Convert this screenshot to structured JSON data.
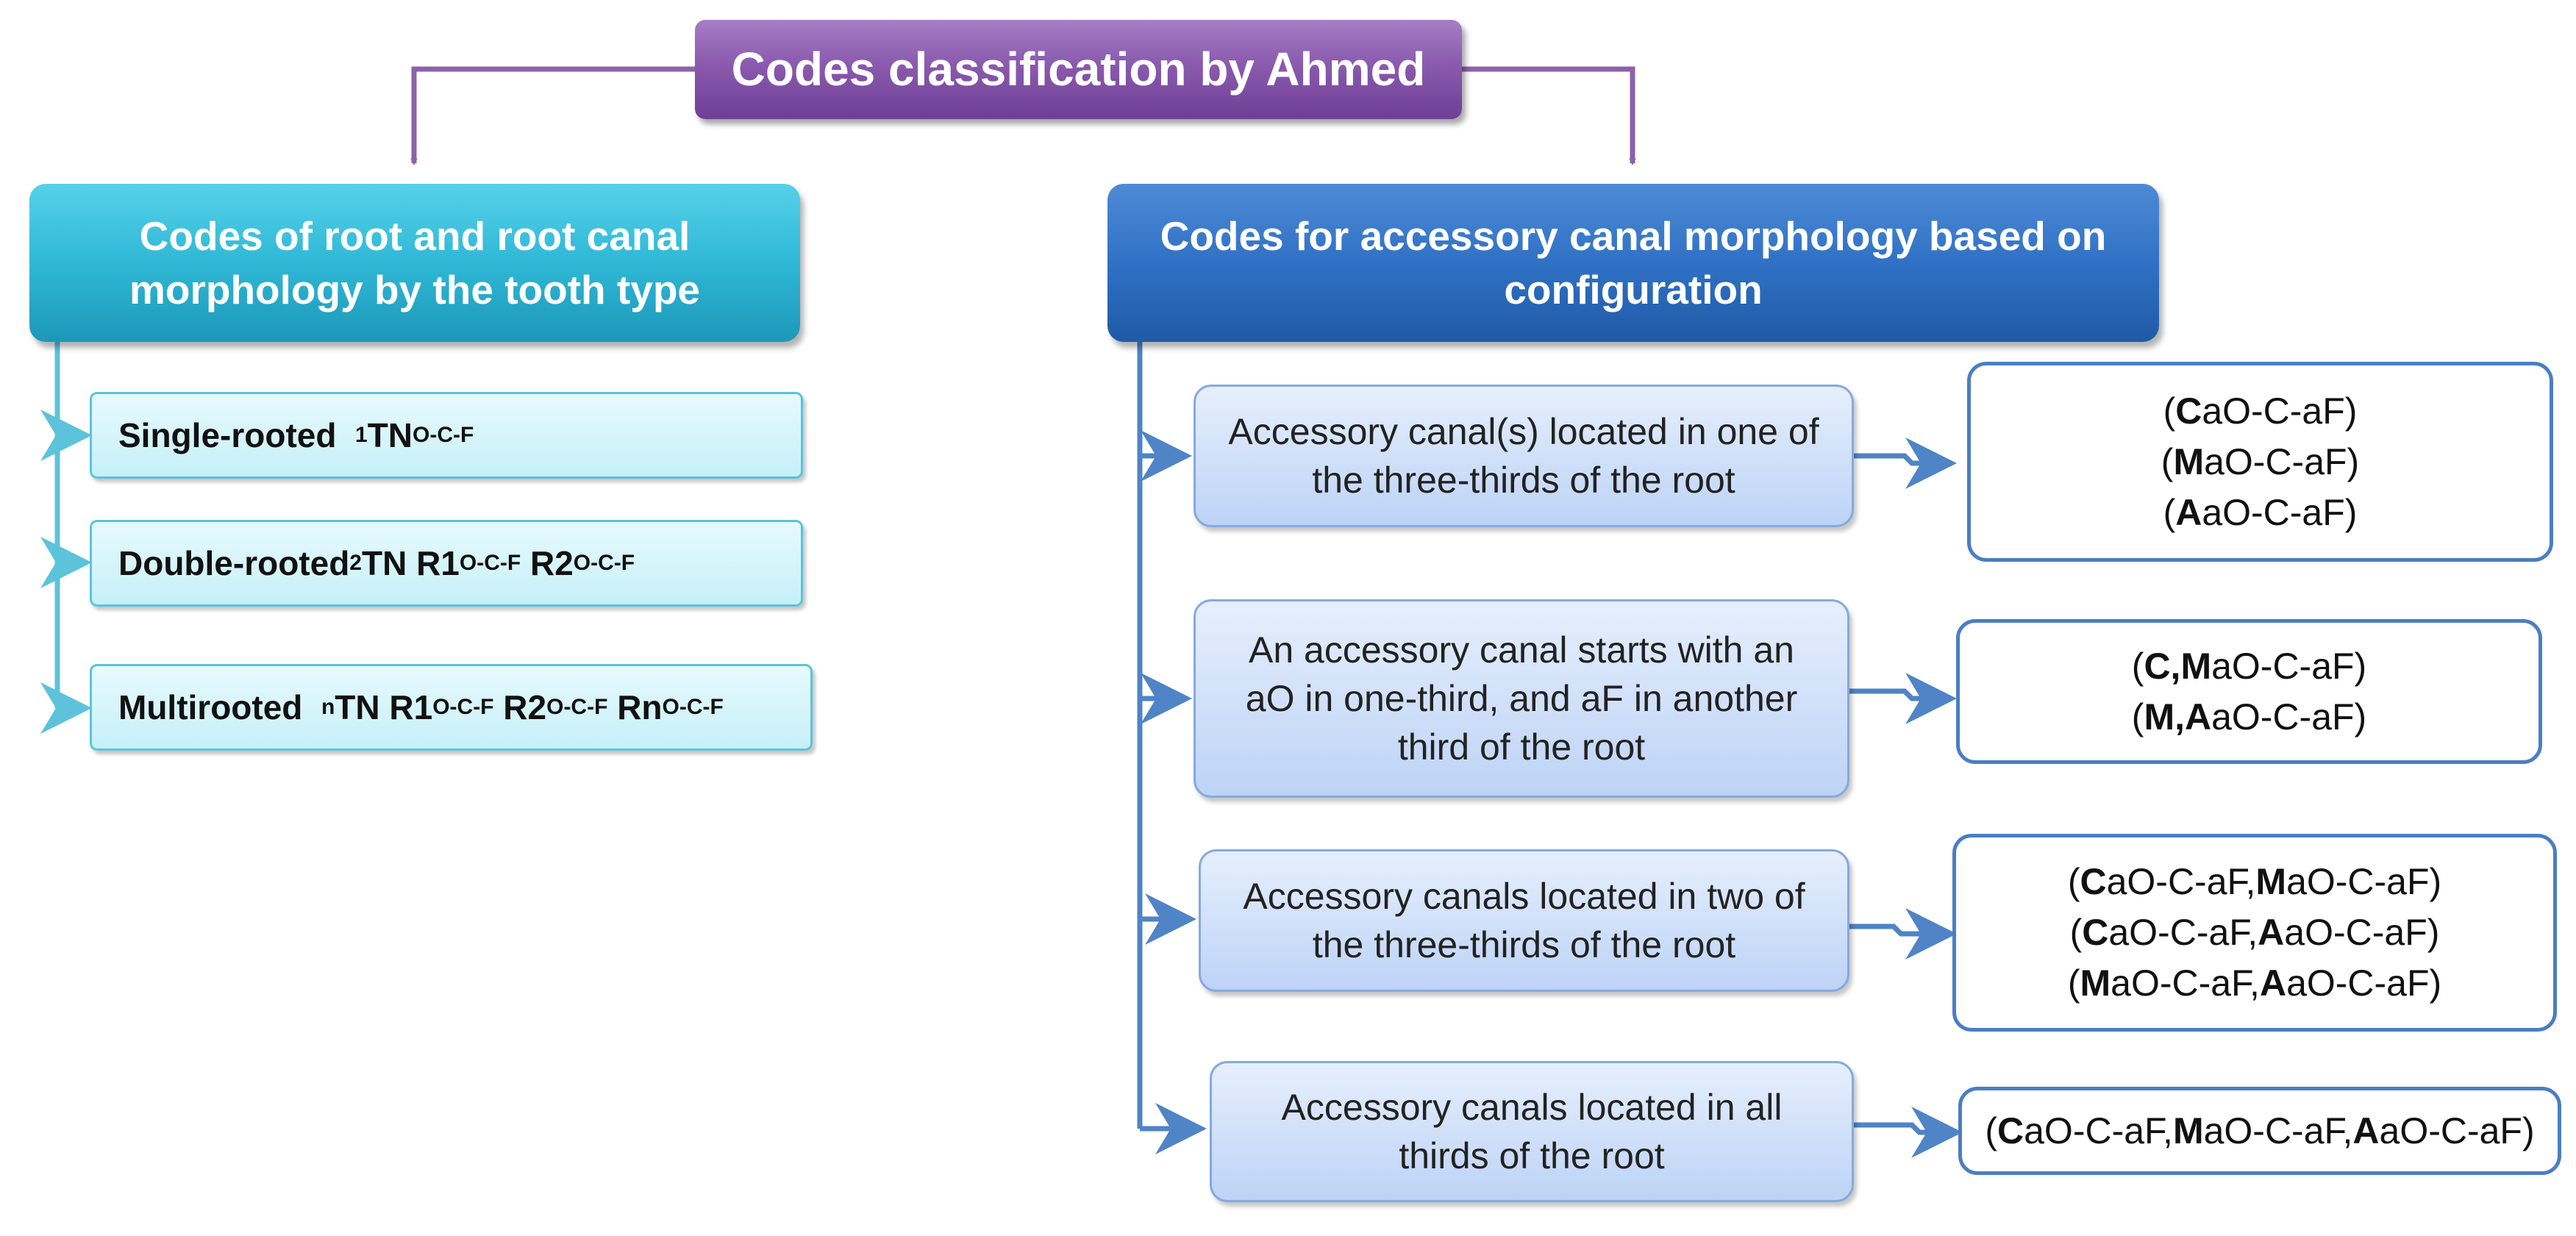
{
  "title": "Codes classification by Ahmed",
  "left_category": {
    "label": "Codes of root and root canal morphology by the tooth type",
    "items": [
      {
        "name": "Single-rooted",
        "code": [
          {
            "t": "",
            "s": "1"
          },
          {
            "t": "TN",
            "s": "O-C-F"
          }
        ]
      },
      {
        "name": "Double-rooted",
        "code": [
          {
            "t": "",
            "s": "2"
          },
          {
            "t": "TN R1",
            "s": "O-C-F"
          },
          {
            "t": "R2",
            "s": "O-C-F"
          }
        ]
      },
      {
        "name": "Multirooted",
        "code": [
          {
            "t": "",
            "s": "n"
          },
          {
            "t": "TN R1",
            "s": "O-C-F"
          },
          {
            "t": "R2",
            "s": "O-C-F"
          },
          {
            "t": "Rn",
            "s": "O-C-F"
          }
        ]
      }
    ]
  },
  "right_category": {
    "label": "Codes for accessory canal morphology based on configuration",
    "rows": [
      {
        "description": "Accessory canal(s) located in one of the three-thirds of the root",
        "codes": [
          [
            [
              "(",
              false
            ],
            [
              "C",
              true
            ],
            [
              "aO-C-aF)",
              false
            ]
          ],
          [
            [
              "(",
              false
            ],
            [
              "M",
              true
            ],
            [
              "aO-C-aF)",
              false
            ]
          ],
          [
            [
              "(",
              false
            ],
            [
              "A",
              true
            ],
            [
              "aO-C-aF)",
              false
            ]
          ]
        ]
      },
      {
        "description": "An accessory canal starts with an aO in one-third, and aF in another third of the root",
        "codes": [
          [
            [
              "(",
              false
            ],
            [
              "C,M",
              true
            ],
            [
              "aO-C-aF)",
              false
            ]
          ],
          [
            [
              "(",
              false
            ],
            [
              "M,A",
              true
            ],
            [
              "aO-C-aF)",
              false
            ]
          ]
        ]
      },
      {
        "description": "Accessory canals located in two of the three-thirds of the root",
        "codes": [
          [
            [
              "(",
              false
            ],
            [
              "C",
              true
            ],
            [
              "aO-C-aF,",
              false
            ],
            [
              "M",
              true
            ],
            [
              "aO-C-aF)",
              false
            ]
          ],
          [
            [
              "(",
              false
            ],
            [
              "C",
              true
            ],
            [
              "aO-C-aF,",
              false
            ],
            [
              "A",
              true
            ],
            [
              "aO-C-aF)",
              false
            ]
          ],
          [
            [
              "(",
              false
            ],
            [
              "M",
              true
            ],
            [
              "aO-C-aF,",
              false
            ],
            [
              "A",
              true
            ],
            [
              "aO-C-aF)",
              false
            ]
          ]
        ]
      },
      {
        "description": "Accessory canals located in all thirds of the root",
        "codes": [
          [
            [
              "(",
              false
            ],
            [
              "C",
              true
            ],
            [
              "aO-C-aF,",
              false
            ],
            [
              "M",
              true
            ],
            [
              "aO-C-aF,",
              false
            ],
            [
              "A",
              true
            ],
            [
              "aO-C-aF)",
              false
            ]
          ]
        ]
      }
    ]
  },
  "colors": {
    "title_fill": "#8a5aae",
    "title_arrow": "#8c62a8",
    "left_category_fill": "#2fb8d6",
    "left_connector": "#5cc3da",
    "right_category_fill": "#3071c5",
    "right_connector": "#4f84c6",
    "code_box_border": "#4a7ec3"
  }
}
